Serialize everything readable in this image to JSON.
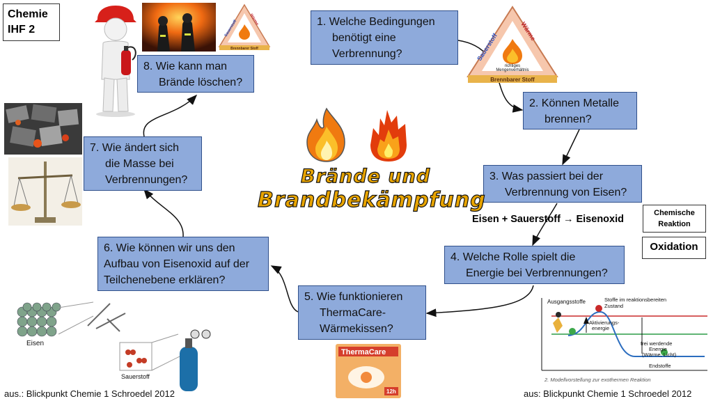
{
  "corner": {
    "line1": "Chemie",
    "line2": "IHF 2"
  },
  "questions": {
    "q1": {
      "l1": "1. Welche Bedingungen",
      "l2": "benötigt eine",
      "l3": "Verbrennung?"
    },
    "q2": {
      "l1": "2. Können Metalle",
      "l2": "brennen?"
    },
    "q3": {
      "l1": "3. Was passiert bei der",
      "l2": "Verbrennung von Eisen?"
    },
    "q4": {
      "l1": "4. Welche Rolle spielt die",
      "l2": "Energie bei Verbrennungen?"
    },
    "q5": {
      "l1": "5. Wie funktionieren",
      "l2": "ThermaCare-",
      "l3": "Wärmekissen?"
    },
    "q6": {
      "l1": "6. Wie können wir uns den",
      "l2": "Aufbau von Eisenoxid auf der",
      "l3": "Teilchenebene erklären?"
    },
    "q7": {
      "l1": "7. Wie ändert sich",
      "l2": "die Masse bei",
      "l3": "Verbrennungen?"
    },
    "q8": {
      "l1": "8. Wie kann man",
      "l2": "Brände löschen?"
    }
  },
  "title": {
    "line1": "Brände und",
    "line2": "Brandbekämpfung"
  },
  "equation": {
    "left": "Eisen + Sauerstoff",
    "arrow": "→",
    "right": "Eisenoxid"
  },
  "side_labels": {
    "chem1": "Chemische",
    "chem2": "Reaktion",
    "oxidation": "Oxidation"
  },
  "triangle": {
    "side_left": "Sauerstoff",
    "side_right": "Wärme",
    "base": "Brennbarer Stoff",
    "center1": "richtiges",
    "center2": "Mengenverhältnis"
  },
  "energy_diagram": {
    "start": "Ausgangsstoffe",
    "excited1": "Stoffe im reaktionsbereiten",
    "excited2": "Zustand",
    "activation1": "Aktivierungs-",
    "activation2": "energie",
    "released1": "frei werdende",
    "released2": "Energie",
    "released3": "(Wärme, Licht)",
    "end": "Endstoffe",
    "caption": "2. Modellvorstellung zur exothermen Reaktion"
  },
  "particles": {
    "iron": "Eisen",
    "oxygen": "Sauerstoff"
  },
  "thermacare": {
    "brand": "ThermaCare",
    "hours": "12h"
  },
  "sources": {
    "left": "aus.: Blickpunkt Chemie 1 Schroedel 2012",
    "right": "aus: Blickpunkt Chemie 1 Schroedel 2012"
  },
  "colors": {
    "box_fill": "#8eaadb",
    "box_border": "#2f4f8a",
    "title_fill": "#e8a400"
  }
}
